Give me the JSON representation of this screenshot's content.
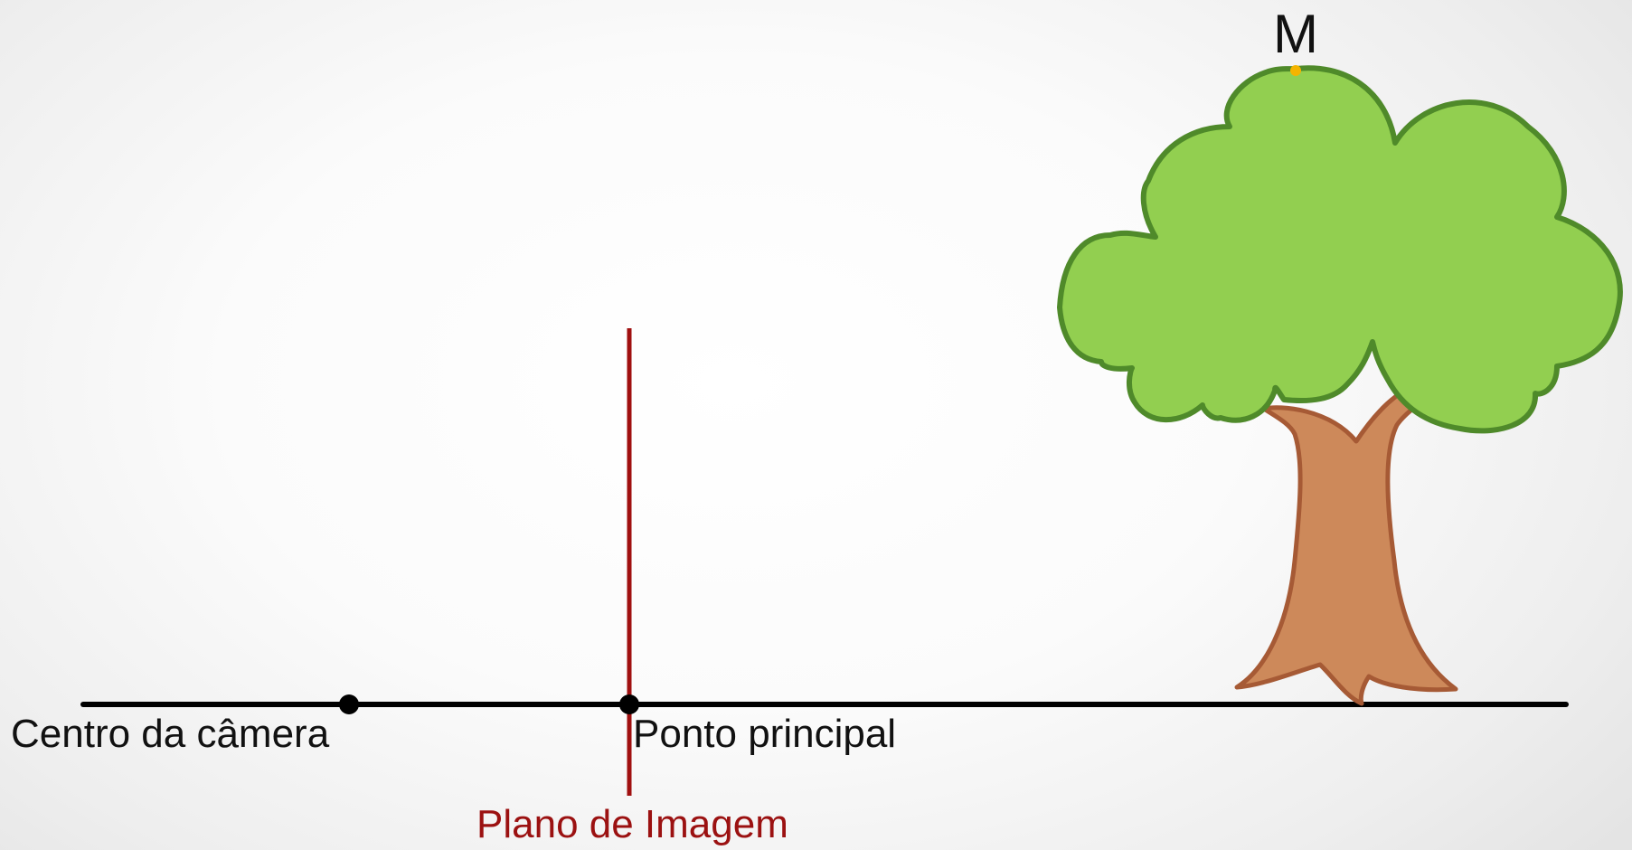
{
  "labels": {
    "point_m": "M",
    "camera_center": "Centro da câmera",
    "principal_point": "Ponto principal",
    "image_plane": "Plano de Imagem"
  },
  "colors": {
    "axis": "#000000",
    "image_plane": "#a01010",
    "image_plane_label": "#9b1111",
    "foliage_fill": "#92cf50",
    "foliage_stroke": "#4f8a2a",
    "trunk_fill": "#cd895a",
    "trunk_stroke": "#a65a35",
    "point_m": "#f4b400",
    "text": "#111111"
  },
  "icons": {
    "tree": "tree-icon"
  }
}
